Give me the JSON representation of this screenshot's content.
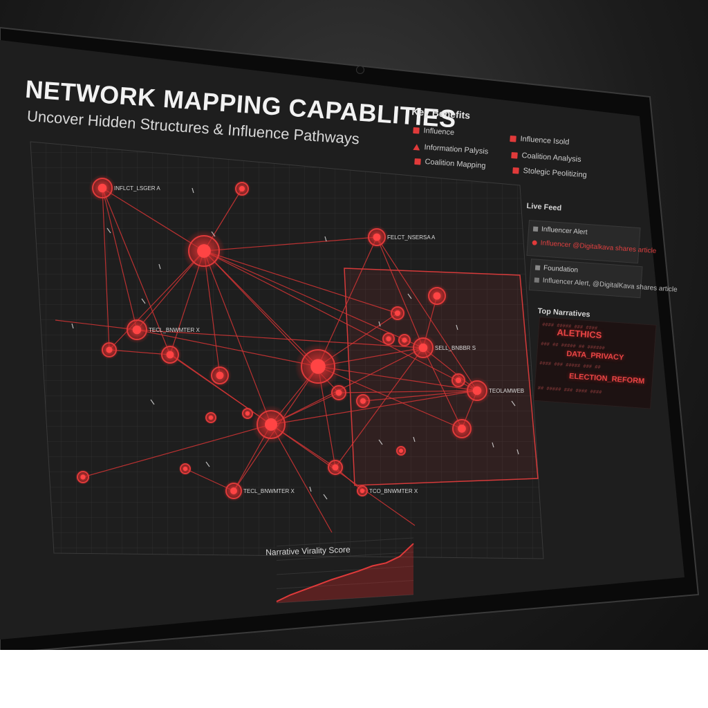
{
  "headline": "NETWORK MAPPING CAPABLITIES",
  "subheadline": "Uncover Hidden Structures & Influence Pathways",
  "key_benefits": {
    "title": "Key Benefits",
    "items": [
      {
        "label": "Influence",
        "icon": "lock-icon"
      },
      {
        "label": "Information Palysis",
        "icon": "warning-icon"
      },
      {
        "label": "Coalition Mapping",
        "icon": "box-icon"
      },
      {
        "label": "Influence Isold",
        "icon": "bug-icon"
      },
      {
        "label": "Coalition Analysis",
        "icon": "bug-icon"
      },
      {
        "label": "Stolegic Peolitizing",
        "icon": "lock-icon"
      }
    ]
  },
  "live_feed": {
    "title": "Live Feed",
    "items": [
      {
        "heading": "Influencer Alert",
        "detail": "Influencer @Digitalkava shares article"
      },
      {
        "heading": "Foundation",
        "detail": "Influencer Alert, @DigitalKava shares article"
      }
    ]
  },
  "top_narratives": {
    "title": "Top Narratives",
    "words": [
      "ALETHICS",
      "DATA_PRIVACY",
      "ELECTION_REFORM"
    ]
  },
  "graph": {
    "node_labels": [
      "INFLCT_LSGER A",
      "FELCT_NSERSA A",
      "TECL_BNWMTER X",
      "SELL_BNBBR S",
      "TEOLAMWEB",
      "TECL_BNWMTER X",
      "TCO_BNWMTER X"
    ]
  },
  "virality": {
    "title": "Narrative Virality Score"
  },
  "chart_data": {
    "type": "area",
    "title": "Narrative Virality Score",
    "xlabel": "",
    "ylabel": "",
    "x": [
      0,
      1,
      2,
      3,
      4,
      5,
      6,
      7,
      8,
      9,
      10
    ],
    "values": [
      2,
      10,
      16,
      22,
      28,
      33,
      38,
      44,
      47,
      55,
      72
    ],
    "ylim": [
      0,
      80
    ]
  },
  "colors": {
    "accent": "#e03a3a",
    "background": "#1b1b1b",
    "screen": "#202020"
  }
}
